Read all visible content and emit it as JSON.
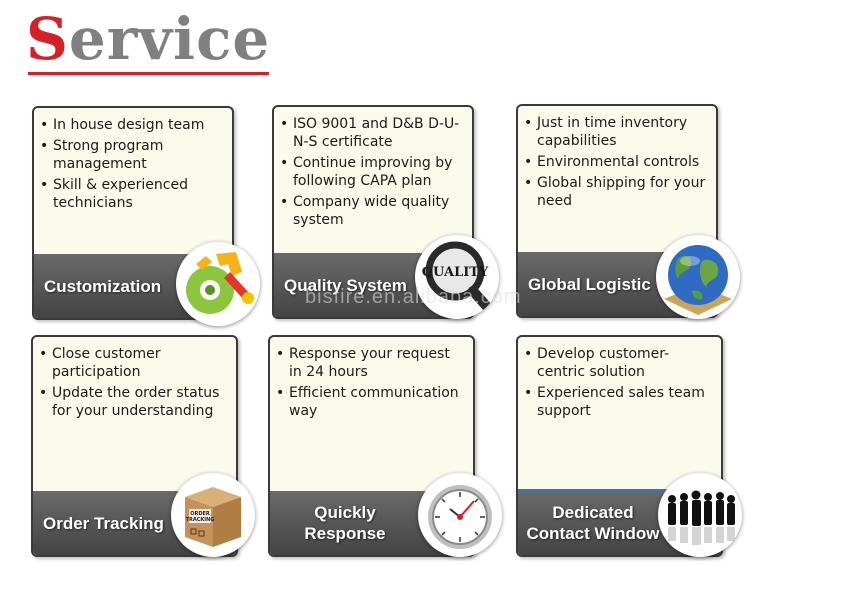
{
  "header": {
    "title_first": "S",
    "title_rest": "ervice"
  },
  "watermark": "bisfire.en.alibaba.com",
  "cards": [
    {
      "label": "Customization",
      "items": [
        "In house design team",
        "Strong program management",
        "Skill & experienced technicians"
      ],
      "icon": "tools-icon"
    },
    {
      "label": "Quality System",
      "items": [
        "ISO 9001 and D&B D-U-N-S certificate",
        "Continue improving by following CAPA plan",
        "Company  wide quality system"
      ],
      "icon": "quality-magnifier-icon",
      "icon_text": "QUALITY"
    },
    {
      "label": "Global Logistic",
      "items": [
        "Just in time inventory capabilities",
        "Environmental controls",
        "Global shipping for your need"
      ],
      "icon": "globe-icon"
    },
    {
      "label": "Order Tracking",
      "items": [
        "Close customer participation",
        "Update the order status for your understanding"
      ],
      "icon": "shipping-box-icon",
      "icon_text_1": "ORDER",
      "icon_text_2": "TRACKING"
    },
    {
      "label_line1": "Quickly",
      "label_line2": "Response",
      "items": [
        "Response your request in 24 hours",
        "Efficient communication way"
      ],
      "icon": "stopwatch-icon"
    },
    {
      "label_line1": "Dedicated",
      "label_line2": "Contact Window",
      "items": [
        "Develop customer-centric solution",
        "Experienced  sales team support"
      ],
      "icon": "team-silhouettes-icon"
    }
  ],
  "colors": {
    "accent_red": "#d42127",
    "title_gray": "#808080",
    "card_bg": "#fbfbec",
    "band_dark": "#555555"
  }
}
